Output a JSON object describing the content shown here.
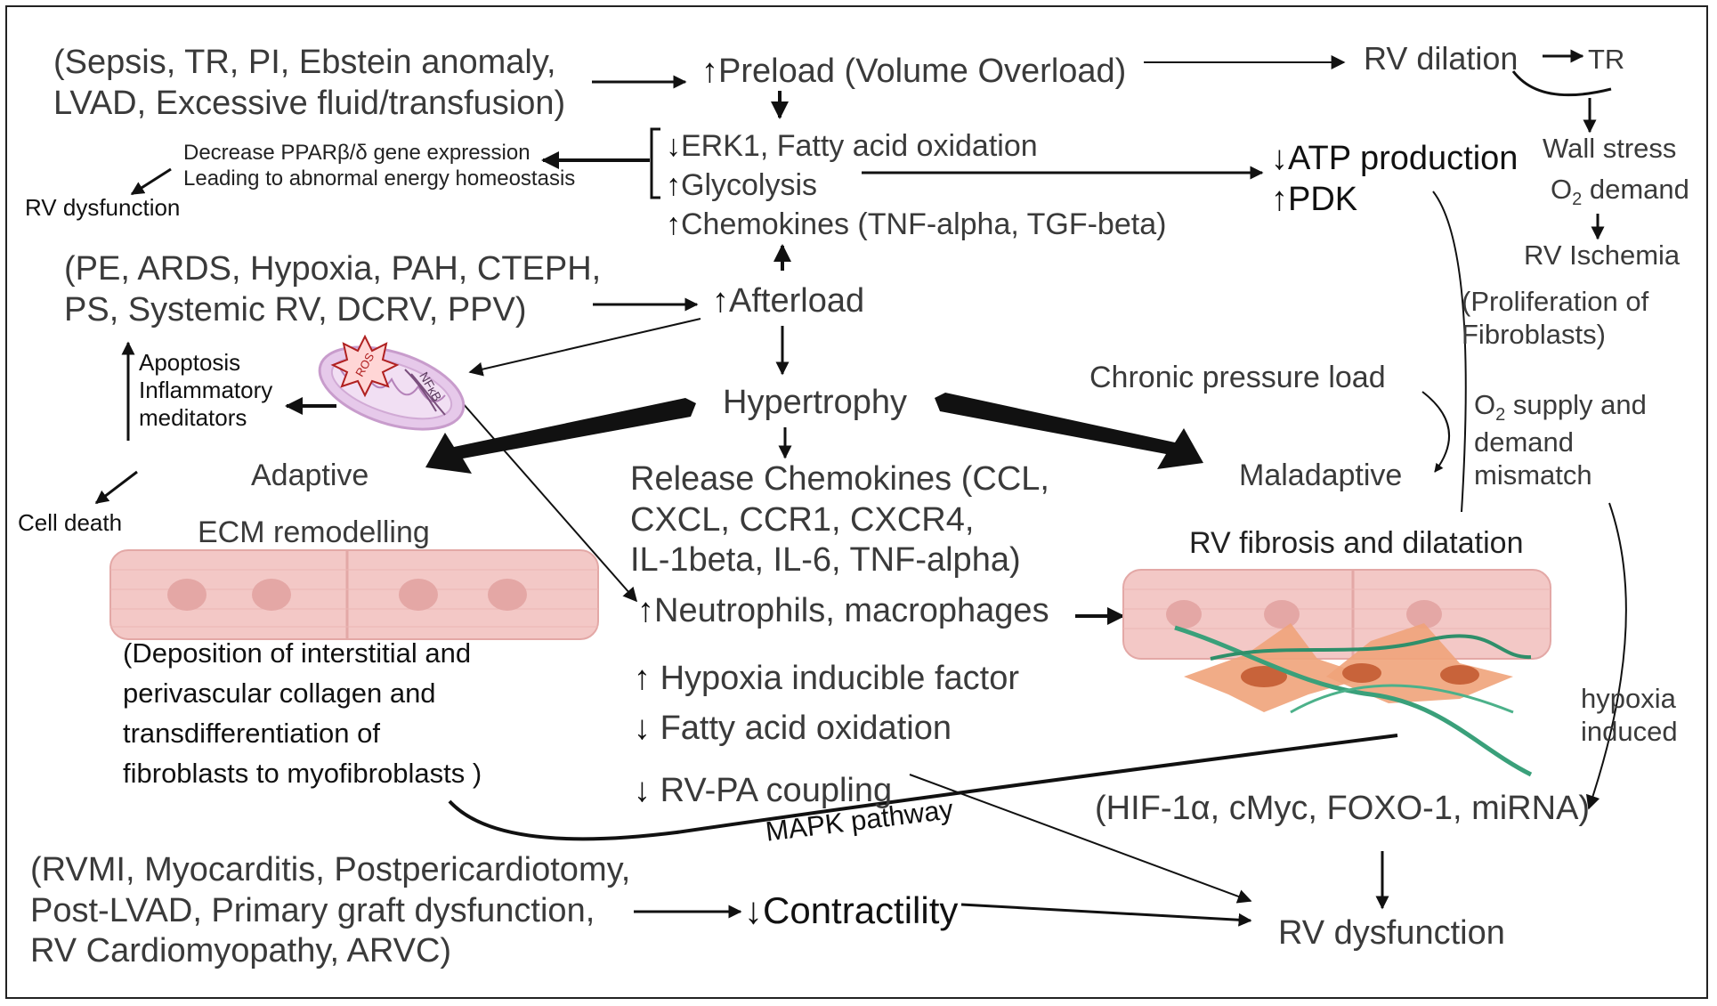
{
  "causes": {
    "preload": [
      "(Sepsis, TR, PI, Ebstein anomaly,",
      "LVAD, Excessive fluid/transfusion)"
    ],
    "afterload": [
      "(PE, ARDS, Hypoxia, PAH, CTEPH,",
      "PS, Systemic RV, DCRV, PPV)"
    ],
    "contractility": [
      "(RVMI, Myocarditis, Postpericardiotomy,",
      "Post-LVAD, Primary graft dysfunction,",
      "RV Cardiomyopathy, ARVC)"
    ]
  },
  "nodes": {
    "preload": "Preload (Volume Overload)",
    "erk1": "ERK1, Fatty acid oxidation",
    "glycolysis": "Glycolysis",
    "chemokines": "Chemokines (TNF-alpha, TGF-beta)",
    "afterload": "Afterload",
    "hypertrophy": "Hypertrophy",
    "release_chemokines": [
      "Release Chemokines (CCL,",
      "CXCL, CCR1, CXCR4,",
      "IL-1beta, IL-6, TNF-alpha)"
    ],
    "neutrophils": "Neutrophils, macrophages",
    "hif": "Hypoxia inducible factor",
    "fao": "Fatty acid oxidation",
    "rvpa": "RV-PA coupling",
    "contractility": "Contractility",
    "rv_dilation": "RV dilation",
    "tr": "TR",
    "wall_stress": "Wall stress",
    "o2_demand_prefix": "O",
    "o2_demand_sub": "2",
    "o2_demand_suffix": " demand",
    "rv_ischemia": "RV Ischemia",
    "atp": "ATP production",
    "pdk": "PDK",
    "proliferation": [
      "(Proliferation of",
      "Fibroblasts)"
    ],
    "chronic_pressure": "Chronic pressure load",
    "o2_supply_prefix": "O",
    "o2_supply_sub": "2",
    "o2_supply_suffix": " supply and",
    "o2_supply_rest": [
      "demand",
      "mismatch"
    ],
    "maladaptive": "Maladaptive",
    "rv_fibrosis": "RV fibrosis and dilatation",
    "hypoxia_induced": [
      "hypoxia",
      "induced"
    ],
    "molecular": "(HIF-1α, cMyc, FOXO-1, miRNA)",
    "mapk": "MAPK pathway",
    "rv_dysfunction": "RV dysfunction",
    "ppar": [
      "Decrease PPARβ/δ gene expression",
      "Leading to abnormal energy homeostasis"
    ],
    "rv_dysfunction_small": "RV dysfunction",
    "apoptosis": [
      "Apoptosis",
      "Inflammatory",
      "meditators"
    ],
    "cell_death": "Cell death",
    "adaptive": "Adaptive",
    "ecm": "ECM remodelling",
    "deposition": [
      "(Deposition of interstitial and",
      " perivascular collagen and",
      "transdifferentiation of",
      "fibroblasts to myofibroblasts )"
    ],
    "ros": "ROS",
    "nfkb": "NFκB"
  },
  "glyphs": {
    "up": "↑",
    "down": "↓"
  }
}
